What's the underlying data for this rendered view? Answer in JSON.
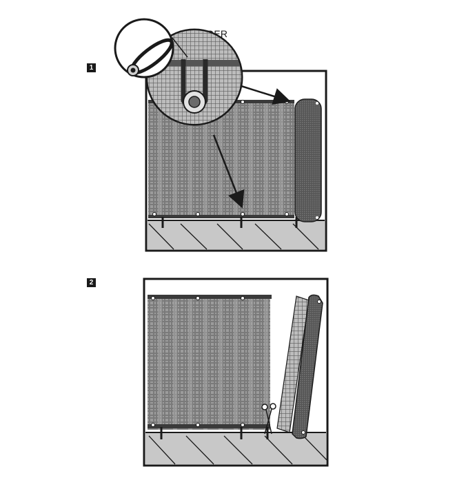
{
  "steps": [
    {
      "number": "1"
    },
    {
      "number": "2"
    }
  ],
  "callout": {
    "label": "SNUGGER"
  },
  "colors": {
    "frame": "#1a1a1a",
    "screen_fabric": "#6e6e6e",
    "screen_light": "#9a9a9a",
    "roll": "#5a5a5a",
    "ground": "#c8c8c8"
  }
}
